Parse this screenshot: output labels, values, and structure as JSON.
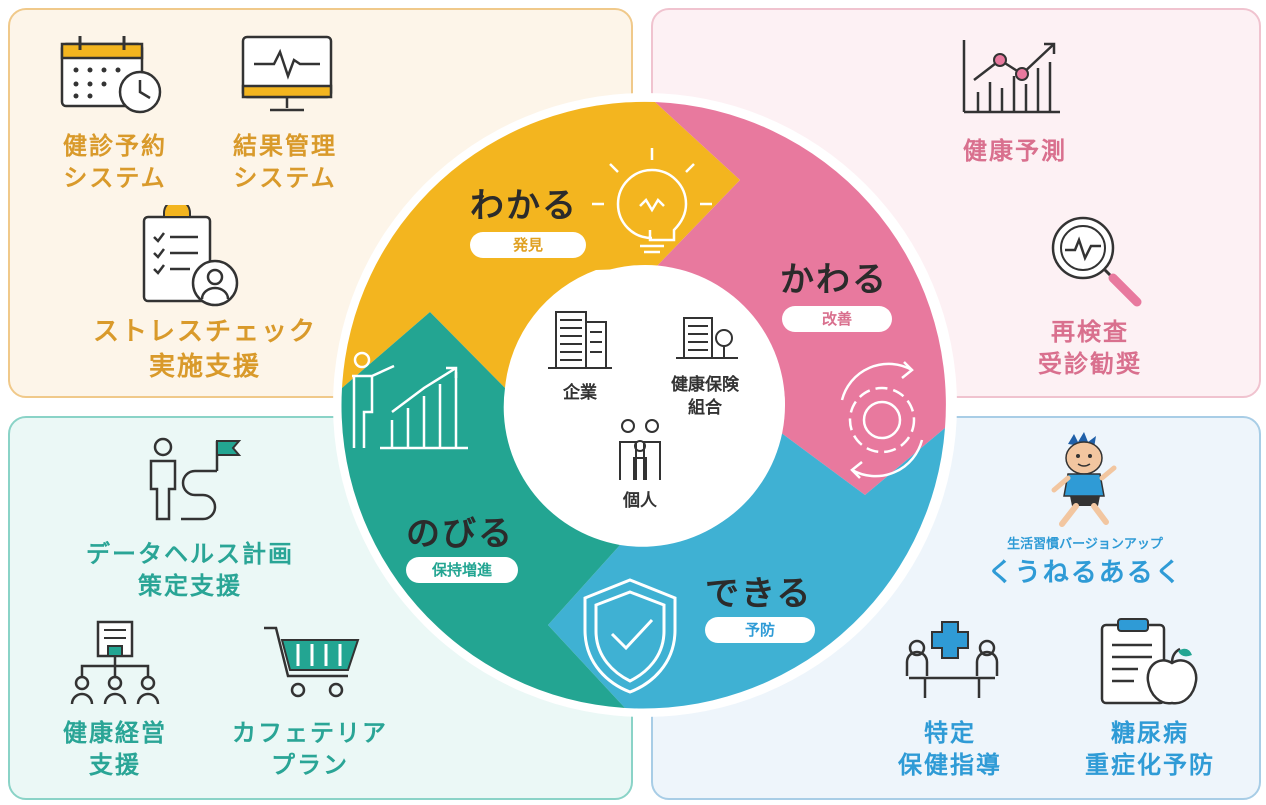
{
  "panels": {
    "top_left": {
      "items": [
        {
          "label": "健診予約\nシステム",
          "icon": "calendar-clock-icon"
        },
        {
          "label": "結果管理\nシステム",
          "icon": "monitor-pulse-icon"
        },
        {
          "label": "ストレスチェック\n実施支援",
          "icon": "clipboard-checklist-user-icon"
        }
      ]
    },
    "top_right": {
      "items": [
        {
          "label": "健康予測",
          "icon": "rising-chart-icon"
        },
        {
          "label": "再検査\n受診勧奨",
          "icon": "magnifier-pulse-icon"
        }
      ]
    },
    "bottom_left": {
      "items": [
        {
          "label": "データヘルス計画\n策定支援",
          "icon": "person-path-flag-icon"
        },
        {
          "label": "健康経営\n支援",
          "icon": "building-org-people-icon"
        },
        {
          "label": "カフェテリア\nプラン",
          "icon": "shopping-cart-icon"
        }
      ]
    },
    "bottom_right": {
      "items": [
        {
          "label": "生活習慣バージョンアップ",
          "icon": "mascot-runner-icon"
        },
        {
          "label": "くうねるあるく",
          "icon": ""
        },
        {
          "label": "特定\n保健指導",
          "icon": "consultation-table-icon"
        },
        {
          "label": "糖尿病\n重症化予防",
          "icon": "clipboard-apple-icon"
        }
      ]
    }
  },
  "cycle": {
    "stages": [
      {
        "title": "わかる",
        "subtitle": "発見",
        "color": "#f3b51f",
        "icon": "lightbulb-icon"
      },
      {
        "title": "かわる",
        "subtitle": "改善",
        "color": "#e8799e",
        "icon": "gear-cycle-icon"
      },
      {
        "title": "できる",
        "subtitle": "予防",
        "color": "#3fb1d3",
        "icon": "shield-check-icon"
      },
      {
        "title": "のびる",
        "subtitle": "保持増進",
        "color": "#23a592",
        "icon": "growth-chart-person-icon"
      }
    ],
    "center": {
      "items": [
        {
          "label": "企業",
          "icon": "office-building-icon"
        },
        {
          "label": "健康保険\n組合",
          "icon": "building-tree-icon"
        },
        {
          "label": "個人",
          "icon": "family-icon"
        }
      ]
    }
  }
}
